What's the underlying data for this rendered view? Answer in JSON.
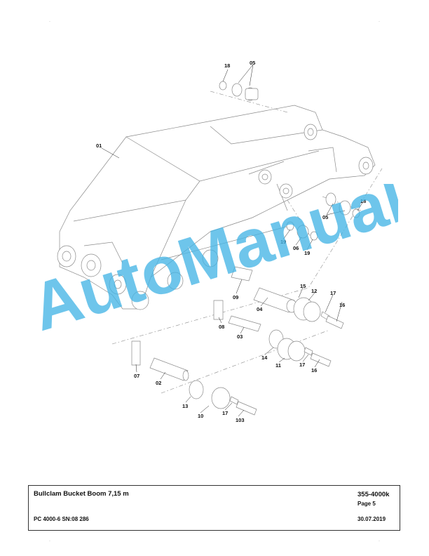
{
  "title_block": {
    "title": "Bullclam Bucket Boom 7,15 m",
    "doc_number": "355-4000k",
    "page": "Page 5",
    "machine": "PC 4000-6 SN:08 286",
    "date": "30.07.2019"
  },
  "watermark": "AutoManual",
  "corner_marks": [
    "·",
    "·",
    "·",
    "·"
  ],
  "callouts": {
    "c01": "01",
    "c02": "02",
    "c03": "03",
    "c04": "04",
    "c05a": "05",
    "c05b": "05",
    "c06": "06",
    "c07": "07",
    "c08": "08",
    "c09": "09",
    "c10": "10",
    "c11": "11",
    "c12": "12",
    "c13": "13",
    "c14": "14",
    "c15": "15",
    "c16a": "16",
    "c16b": "16",
    "c17a": "17",
    "c17b": "17",
    "c17c": "17",
    "c18a": "18",
    "c18b": "18",
    "c19a": "19",
    "c19b": "19",
    "c103": "103"
  }
}
